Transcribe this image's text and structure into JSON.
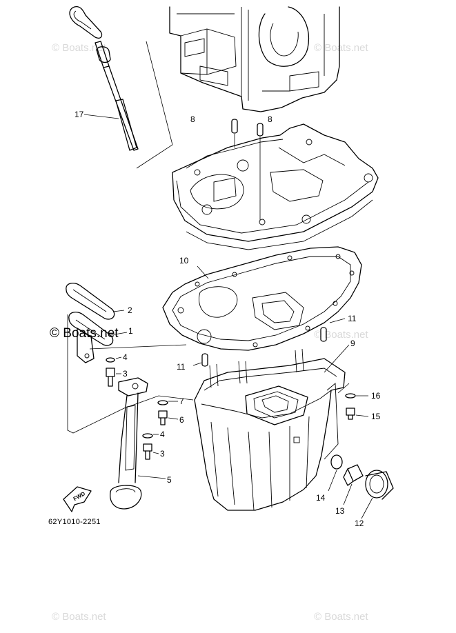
{
  "watermarks": {
    "faint": "© Boats.net",
    "dark": "© Boats.net"
  },
  "diagram_code": "62Y1010-2251",
  "fwd_label": "FWD",
  "callouts": {
    "c1": "1",
    "c2": "2",
    "c3a": "3",
    "c3b": "3",
    "c4a": "4",
    "c4b": "4",
    "c5": "5",
    "c6": "6",
    "c7": "7",
    "c8a": "8",
    "c8b": "8",
    "c9": "9",
    "c10": "10",
    "c11a": "11",
    "c11b": "11",
    "c12": "12",
    "c13": "13",
    "c14": "14",
    "c15": "15",
    "c16": "16",
    "c17": "17"
  },
  "colors": {
    "line": "#000000",
    "watermark": "#d9d9d9",
    "background": "#ffffff"
  }
}
